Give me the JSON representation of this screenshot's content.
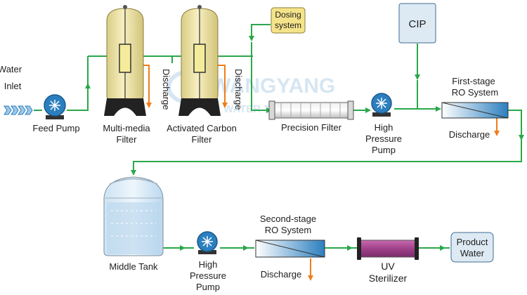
{
  "labels": {
    "water_inlet_1": "Water",
    "water_inlet_2": "Inlet",
    "feed_pump": "Feed Pump",
    "multimedia_1": "Multi-media",
    "multimedia_2": "Filter",
    "carbon_1": "Activated Carbon",
    "carbon_2": "Filter",
    "discharge_vertical": "Discharge",
    "dosing_1": "Dosing",
    "dosing_2": "system",
    "cip": "CIP",
    "precision_filter": "Precision Filter",
    "hp_pump_1": "High",
    "hp_pump_2": "Pressure",
    "hp_pump_3": "Pump",
    "ro1_1": "First-stage",
    "ro1_2": "RO System",
    "discharge": "Discharge",
    "middle_tank": "Middle Tank",
    "ro2_1": "Second-stage",
    "ro2_2": "RO System",
    "uv_1": "UV",
    "uv_2": "Sterilizer",
    "product_1": "Product",
    "product_2": "Water"
  },
  "watermark": {
    "line1": "WANGYANG",
    "line2": "WATER TREATMENT"
  },
  "colors": {
    "flow_line": "#2aa84a",
    "discharge_line": "#ef7d1a",
    "tank_fill": "#f0e6a8",
    "dosing_fill": "#f5e38a",
    "cip_fill": "#dde9f3",
    "pump_fill": "#2b7fbf",
    "uv_fill": "#a0418a"
  }
}
